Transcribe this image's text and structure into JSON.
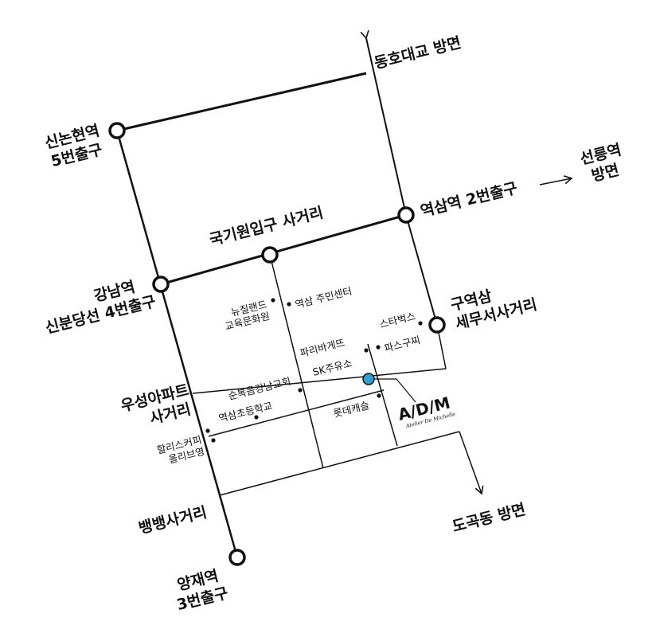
{
  "labels": {
    "dongho": "동호대교 방면",
    "sinnonhyeon_1": "신논현역",
    "sinnonhyeon_2": "5번출구",
    "seolleung_1": "선릉역",
    "seolleung_2": "방면",
    "yeoksam_station": "역삼역 2번출구",
    "gukgiwon": "국기원입구 사거리",
    "gangnam_1": "강남역",
    "gangnam_2": "신분당선 4번출구",
    "guyeoksam_1": "구역삼",
    "guyeoksam_2": "세무서사거리",
    "useong_1": "우성아파트",
    "useong_2": "사거리",
    "baengbaeng": "뱅뱅사거리",
    "yangjae_1": "양재역",
    "yangjae_2": "3번출구",
    "dogok": "도곡동 방면"
  },
  "poi": {
    "newzealand_1": "뉴질랜드",
    "newzealand_2": "교육문화원",
    "community": "역삼 주민센터",
    "starbucks": "스타벅스",
    "paris": "파리바게뜨",
    "pasgucci": "파스구찌",
    "sk": "SK주유소",
    "church": "순복음강남교회",
    "school": "역삼초등학교",
    "lotte": "롯데캐슬",
    "hollys": "할리스커피",
    "oliveyoung": "올리브영"
  },
  "logo": {
    "mark": "A/D/M",
    "tagline": "Atelier De Michelle"
  },
  "colors": {
    "ink": "#111111",
    "marker": "#2a9fd8"
  }
}
